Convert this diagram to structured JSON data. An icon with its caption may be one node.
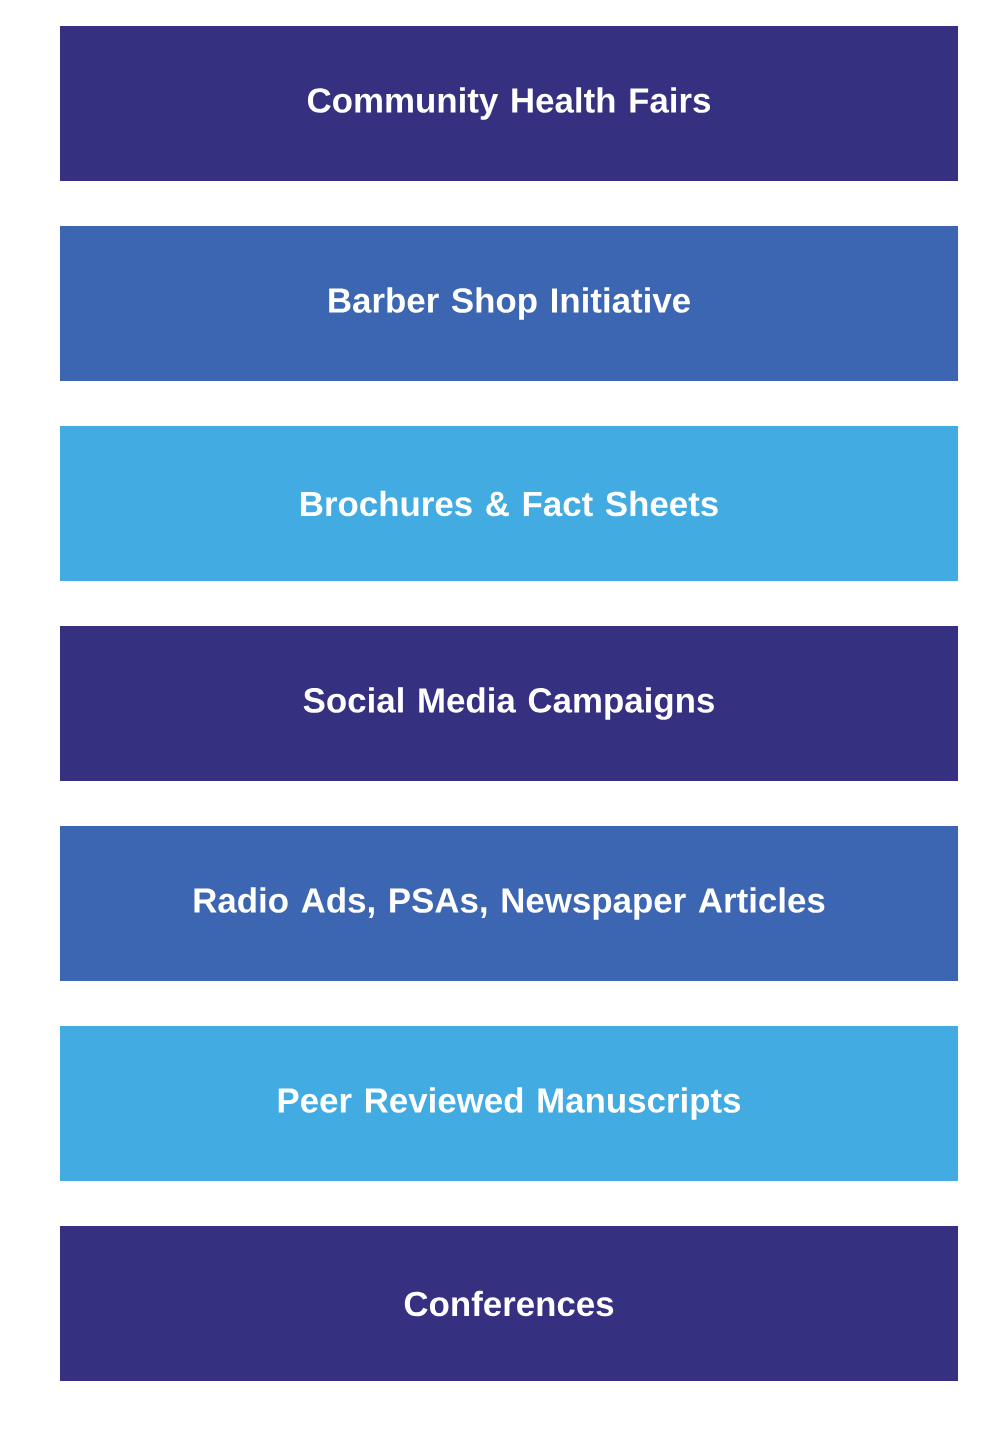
{
  "diagram": {
    "nodes": [
      {
        "text": [
          "Community Health Fairs"
        ]
      },
      {
        "text": [
          "Barber Shop Initiative"
        ]
      },
      {
        "text": [
          "Brochures & Fact Sheets"
        ]
      },
      {
        "text": [
          "Social Media Campaigns"
        ]
      },
      {
        "text": [
          "Radio Ads, PSAs, Newspaper Articles"
        ]
      },
      {
        "text": [
          "Peer Reviewed Manuscripts"
        ]
      },
      {
        "text": [
          "Conferences"
        ]
      }
    ]
  }
}
